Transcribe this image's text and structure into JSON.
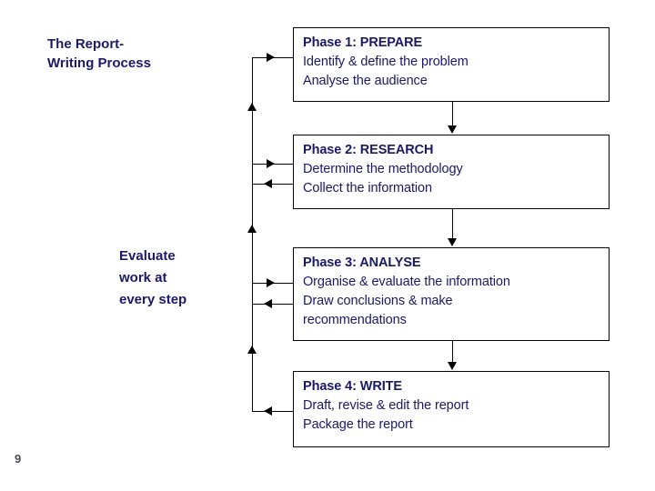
{
  "slide": {
    "title": "The Report-\nWriting Process",
    "side_caption": "Evaluate\nwork at\nevery step",
    "page_number": "9",
    "colors": {
      "text_navy": "#1a1a66",
      "connector_black": "#000000",
      "background": "#ffffff",
      "page_number_gray": "#4a4a55"
    }
  },
  "phases": [
    {
      "heading": "Phase 1: PREPARE",
      "lines": [
        "Identify & define the problem",
        "Analyse the audience"
      ]
    },
    {
      "heading": "Phase 2: RESEARCH",
      "lines": [
        "Determine the methodology",
        "Collect the information"
      ]
    },
    {
      "heading": "Phase 3: ANALYSE",
      "lines": [
        "Organise & evaluate the information",
        "Draw conclusions & make",
        "recommendations"
      ]
    },
    {
      "heading": "Phase 4: WRITE",
      "lines": [
        "Draft, revise & edit the report",
        "Package the report"
      ]
    }
  ]
}
